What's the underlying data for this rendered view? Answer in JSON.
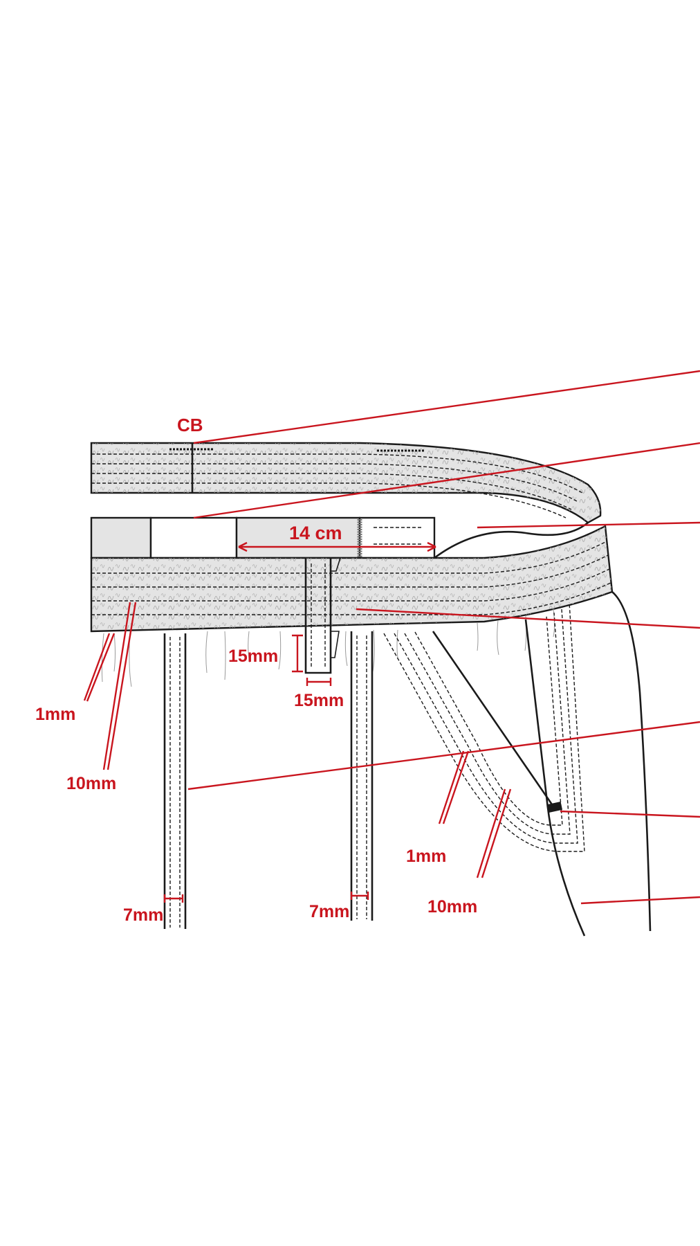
{
  "labels": {
    "cb": "CB",
    "loop_gap": "14 cm",
    "loop_height": "15mm",
    "loop_width": "15mm",
    "waist_edge": "1mm",
    "waist_width": "10mm",
    "pocket_edge": "1mm",
    "pocket_width": "10mm",
    "pleat_left": "7mm",
    "pleat_right": "7mm"
  },
  "colors": {
    "annotation": "#c9151e",
    "outline": "#1a1a1a",
    "fabric_fill": "#e4e4e4"
  }
}
